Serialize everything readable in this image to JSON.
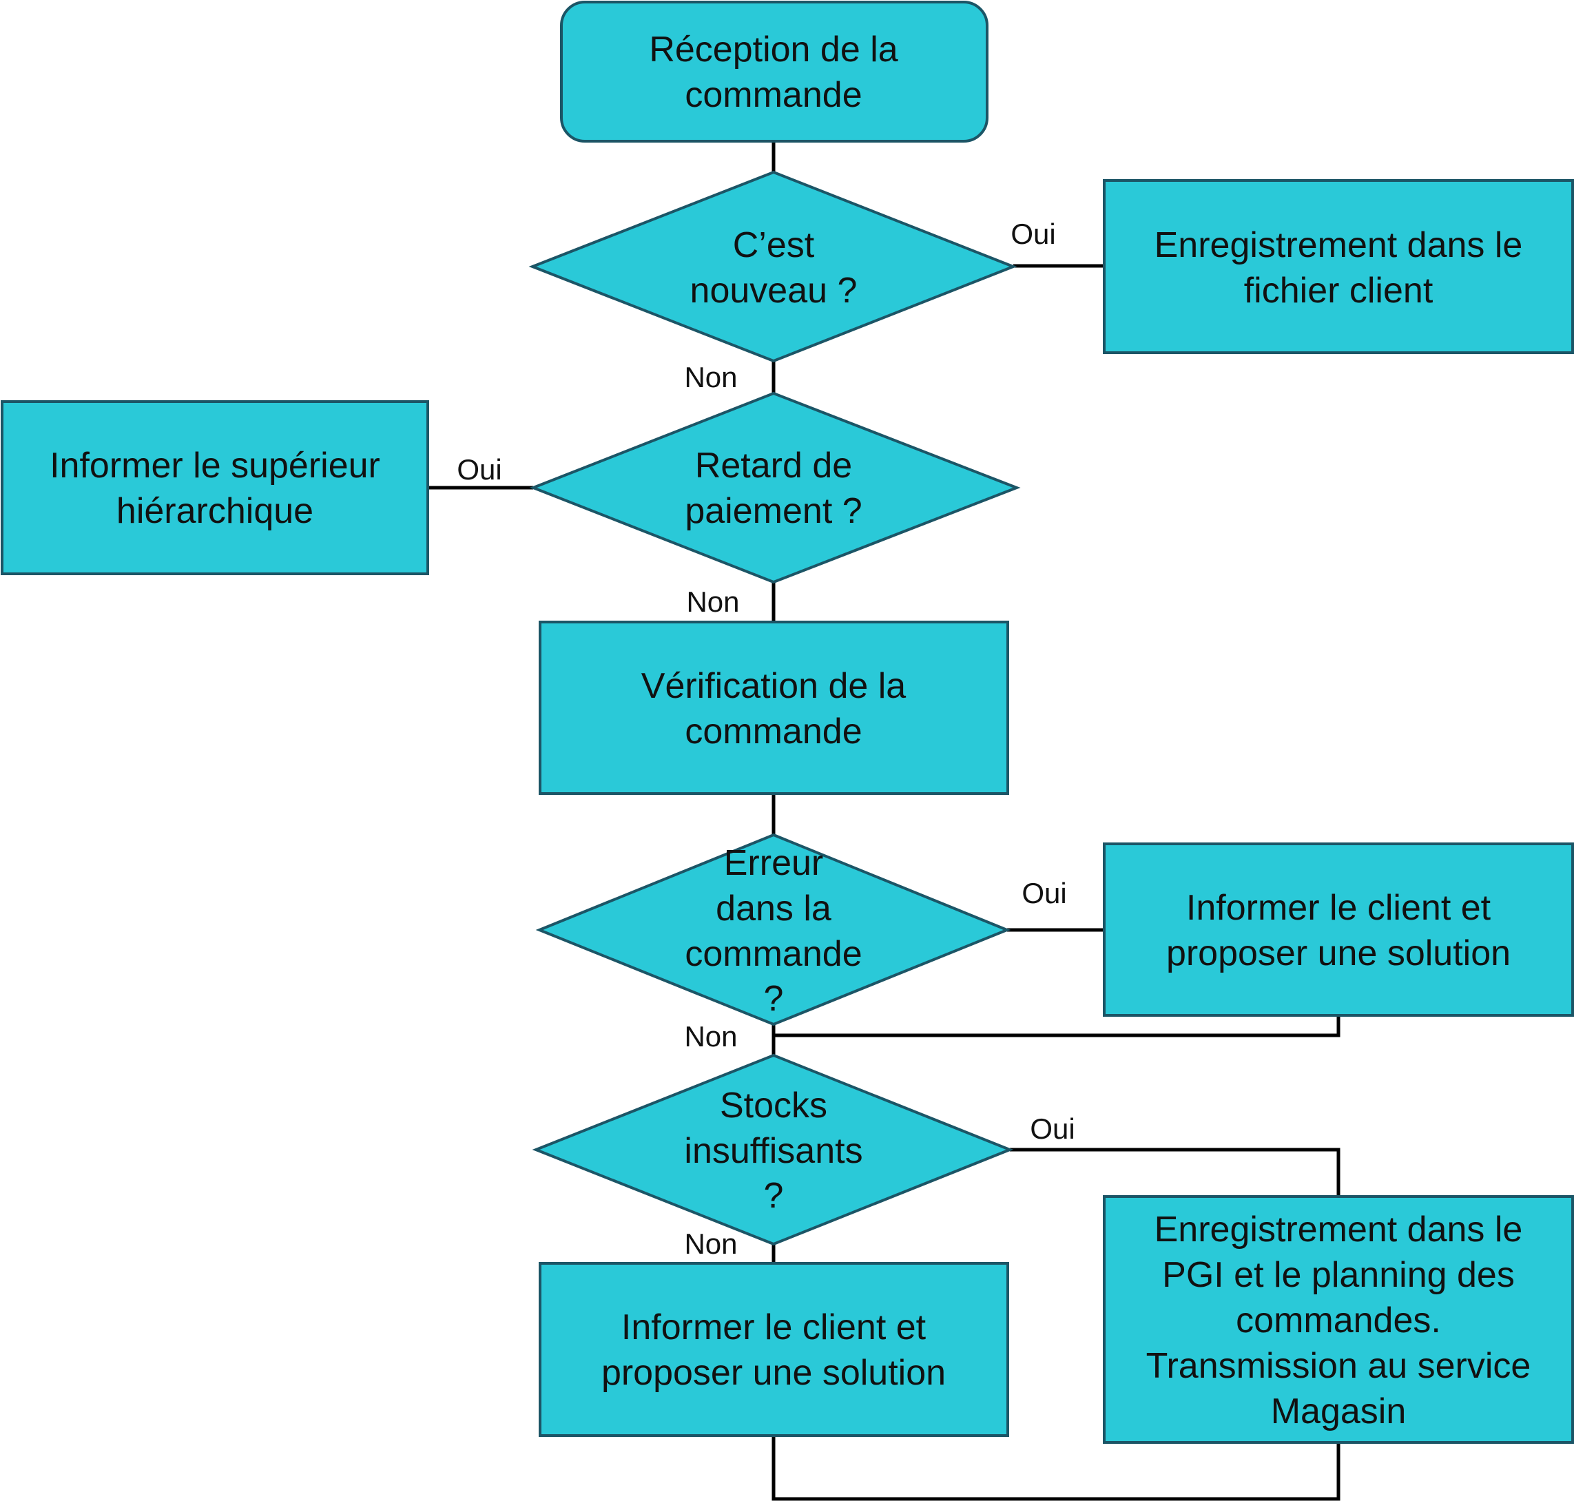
{
  "colors": {
    "node_fill": "#2ac9d8",
    "node_stroke": "#1c5566",
    "connector": "#000000",
    "text": "#111111",
    "background": "#ffffff"
  },
  "nodes": {
    "reception": {
      "shape": "rounded-rectangle",
      "lines": [
        "Réception de la",
        "commande"
      ]
    },
    "nouveau": {
      "shape": "diamond",
      "lines": [
        "C’est",
        "nouveau ?"
      ]
    },
    "enregistrement_fichier": {
      "shape": "rectangle",
      "lines": [
        "Enregistrement dans le",
        "fichier client"
      ]
    },
    "retard": {
      "shape": "diamond",
      "lines": [
        "Retard de",
        "paiement ?"
      ]
    },
    "informer_superieur": {
      "shape": "rectangle",
      "lines": [
        "Informer le supérieur",
        "hiérarchique"
      ]
    },
    "verification": {
      "shape": "rectangle",
      "lines": [
        "Vérification de la",
        "commande"
      ]
    },
    "erreur": {
      "shape": "diamond",
      "lines": [
        "Erreur",
        "dans la",
        "commande",
        "?"
      ]
    },
    "informer_client_1": {
      "shape": "rectangle",
      "lines": [
        "Informer le client et",
        "proposer une solution"
      ]
    },
    "stocks": {
      "shape": "diamond",
      "lines": [
        "Stocks",
        "insuffisants",
        "?"
      ]
    },
    "informer_client_2": {
      "shape": "rectangle",
      "lines": [
        "Informer le client et",
        "proposer une solution"
      ]
    },
    "enregistrement_pgi": {
      "shape": "rectangle",
      "lines": [
        "Enregistrement dans le",
        "PGI et le planning des",
        "commandes.",
        "Transmission au service",
        "Magasin"
      ]
    }
  },
  "edges": [
    {
      "from": "reception",
      "to": "nouveau",
      "label": ""
    },
    {
      "from": "nouveau",
      "to": "enregistrement_fichier",
      "label": "Oui"
    },
    {
      "from": "nouveau",
      "to": "retard",
      "label": "Non"
    },
    {
      "from": "retard",
      "to": "informer_superieur",
      "label": "Oui"
    },
    {
      "from": "retard",
      "to": "verification",
      "label": "Non"
    },
    {
      "from": "verification",
      "to": "erreur",
      "label": ""
    },
    {
      "from": "erreur",
      "to": "informer_client_1",
      "label": "Oui"
    },
    {
      "from": "erreur",
      "to": "stocks",
      "label": "Non"
    },
    {
      "from": "informer_client_1",
      "to": "stocks",
      "label": ""
    },
    {
      "from": "stocks",
      "to": "enregistrement_pgi",
      "label": "Oui"
    },
    {
      "from": "stocks",
      "to": "informer_client_2",
      "label": "Non"
    },
    {
      "from": "informer_client_2",
      "to": "enregistrement_pgi",
      "label": ""
    }
  ]
}
